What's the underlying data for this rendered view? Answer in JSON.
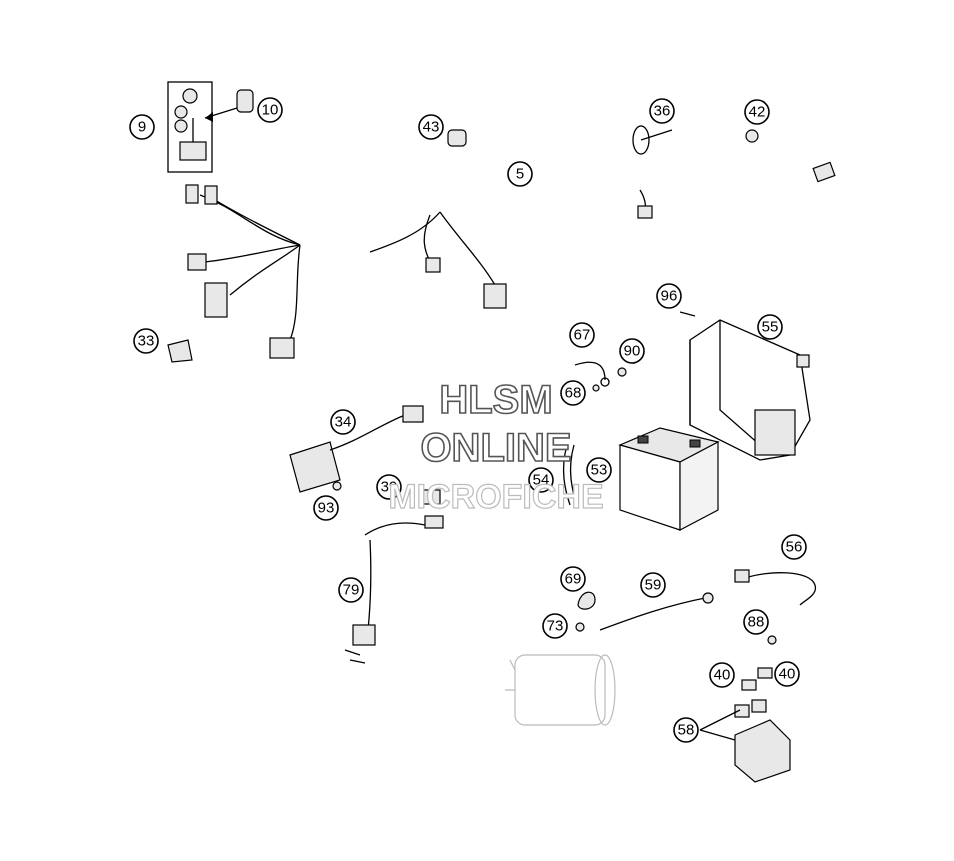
{
  "callouts": [
    "9",
    "10",
    "43",
    "5",
    "36",
    "42",
    "33",
    "96",
    "55",
    "67",
    "90",
    "68",
    "34",
    "54",
    "53",
    "39",
    "93",
    "79",
    "56",
    "69",
    "59",
    "73",
    "88",
    "40",
    "40",
    "58"
  ],
  "watermark": {
    "line1": "HLSM",
    "line2": "ONLINE",
    "line3": "MICROFICHE"
  }
}
